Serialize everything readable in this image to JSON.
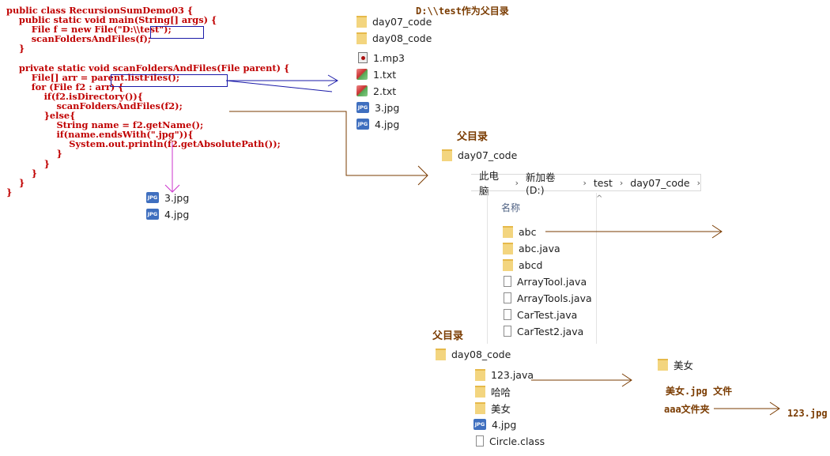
{
  "code_lines": [
    "public class RecursionSumDemo03 {",
    "    public static void main(String[] args) {",
    "        File f = new File(\"D:\\\\test\");",
    "        scanFoldersAndFiles(f);",
    "    }",
    "",
    "    private static void scanFoldersAndFiles(File parent) {",
    "        File[] arr = parent.listFiles();",
    "        for (File f2 : arr) {",
    "            if(f2.isDirectory()){",
    "                scanFoldersAndFiles(f2);",
    "            }else{",
    "                String name = f2.getName();",
    "                if(name.endsWith(\".jpg\")){",
    "                    System.out.println(f2.getAbsolutePath());",
    "                }",
    "            }",
    "        }",
    "    }",
    "}"
  ],
  "annotations": {
    "d_test_parent": "D:\\\\test作为父目录",
    "parent_dir_1": "父目录",
    "parent_dir_2": "父目录",
    "meinv_jpg_file": "美女.jpg 文件",
    "aaa_folder": "aaa文件夹",
    "result_123jpg": "123.jpg"
  },
  "test_dir_items": [
    {
      "name": "day07_code",
      "icon": "folder-icon"
    },
    {
      "name": "day08_code",
      "icon": "folder-icon"
    },
    {
      "name": "1.mp3",
      "icon": "audio-file-icon"
    },
    {
      "name": "1.txt",
      "icon": "text-file-icon"
    },
    {
      "name": "2.txt",
      "icon": "text-file-icon"
    },
    {
      "name": "3.jpg",
      "icon": "jpg-file-icon"
    },
    {
      "name": "4.jpg",
      "icon": "jpg-file-icon"
    }
  ],
  "printed_results": [
    {
      "name": "3.jpg",
      "icon": "jpg-file-icon"
    },
    {
      "name": "4.jpg",
      "icon": "jpg-file-icon"
    }
  ],
  "day07_folder": {
    "name": "day07_code",
    "icon": "folder-icon"
  },
  "explorer": {
    "breadcrumb": [
      "此电脑",
      "新加卷 (D:)",
      "test",
      "day07_code"
    ],
    "column_header": "名称",
    "items": [
      {
        "name": "abc",
        "icon": "folder-icon"
      },
      {
        "name": "abc.java",
        "icon": "folder-icon"
      },
      {
        "name": "abcd",
        "icon": "folder-icon"
      },
      {
        "name": "ArrayTool.java",
        "icon": "file-icon"
      },
      {
        "name": "ArrayTools.java",
        "icon": "file-icon"
      },
      {
        "name": "CarTest.java",
        "icon": "file-icon"
      },
      {
        "name": "CarTest2.java",
        "icon": "file-icon"
      }
    ]
  },
  "day08_folder": {
    "name": "day08_code",
    "icon": "folder-icon"
  },
  "day08_items": [
    {
      "name": "123.java",
      "icon": "folder-icon"
    },
    {
      "name": "哈哈",
      "icon": "folder-icon"
    },
    {
      "name": "美女",
      "icon": "folder-icon"
    },
    {
      "name": "4.jpg",
      "icon": "jpg-file-icon"
    },
    {
      "name": "Circle.class",
      "icon": "file-icon"
    }
  ],
  "meinv_folder": {
    "name": "美女",
    "icon": "folder-icon"
  },
  "colors": {
    "code": "#c00000",
    "annotation": "#7a3b00",
    "blue_arrow": "#1a1aa8",
    "brown_arrow": "#7a3b00",
    "magenta_arrow": "#cc33cc"
  }
}
